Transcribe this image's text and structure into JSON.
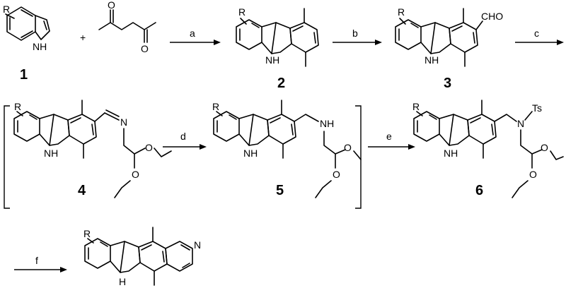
{
  "scheme": {
    "reagents": {
      "a": "a",
      "b": "b",
      "c": "c",
      "d": "d",
      "e": "e",
      "f": "f"
    },
    "compounds": {
      "c1": "1",
      "c2": "2",
      "c3": "3",
      "c4": "4",
      "c5": "5",
      "c6": "6"
    },
    "plus_sign": "+",
    "atoms": {
      "R": "R",
      "NH": "NH",
      "H": "H",
      "N": "N",
      "O": "O",
      "CHO": "CHO",
      "Ts": "Ts"
    }
  }
}
